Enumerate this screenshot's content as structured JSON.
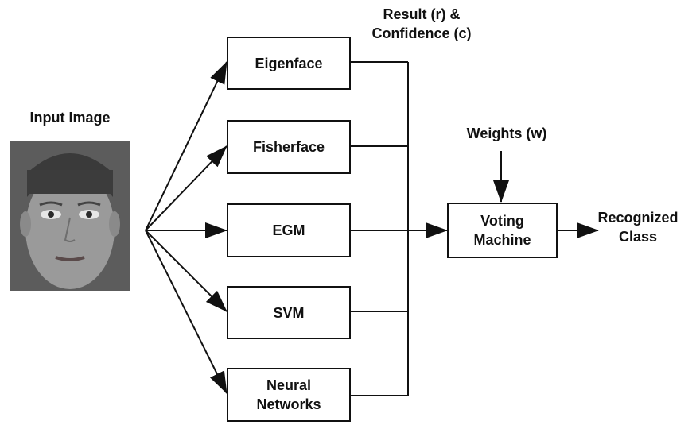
{
  "input": {
    "label": "Input  Image"
  },
  "classifiers": [
    {
      "label": "Eigenface"
    },
    {
      "label": "Fisherface"
    },
    {
      "label": "EGM"
    },
    {
      "label": "SVM"
    },
    {
      "label": "Neural\nNetworks"
    }
  ],
  "result_label": "Result (r) &\nConfidence (c)",
  "weights_label": "Weights (w)",
  "voting": {
    "label": "Voting\nMachine"
  },
  "output": {
    "label": "Recognized\nClass"
  }
}
